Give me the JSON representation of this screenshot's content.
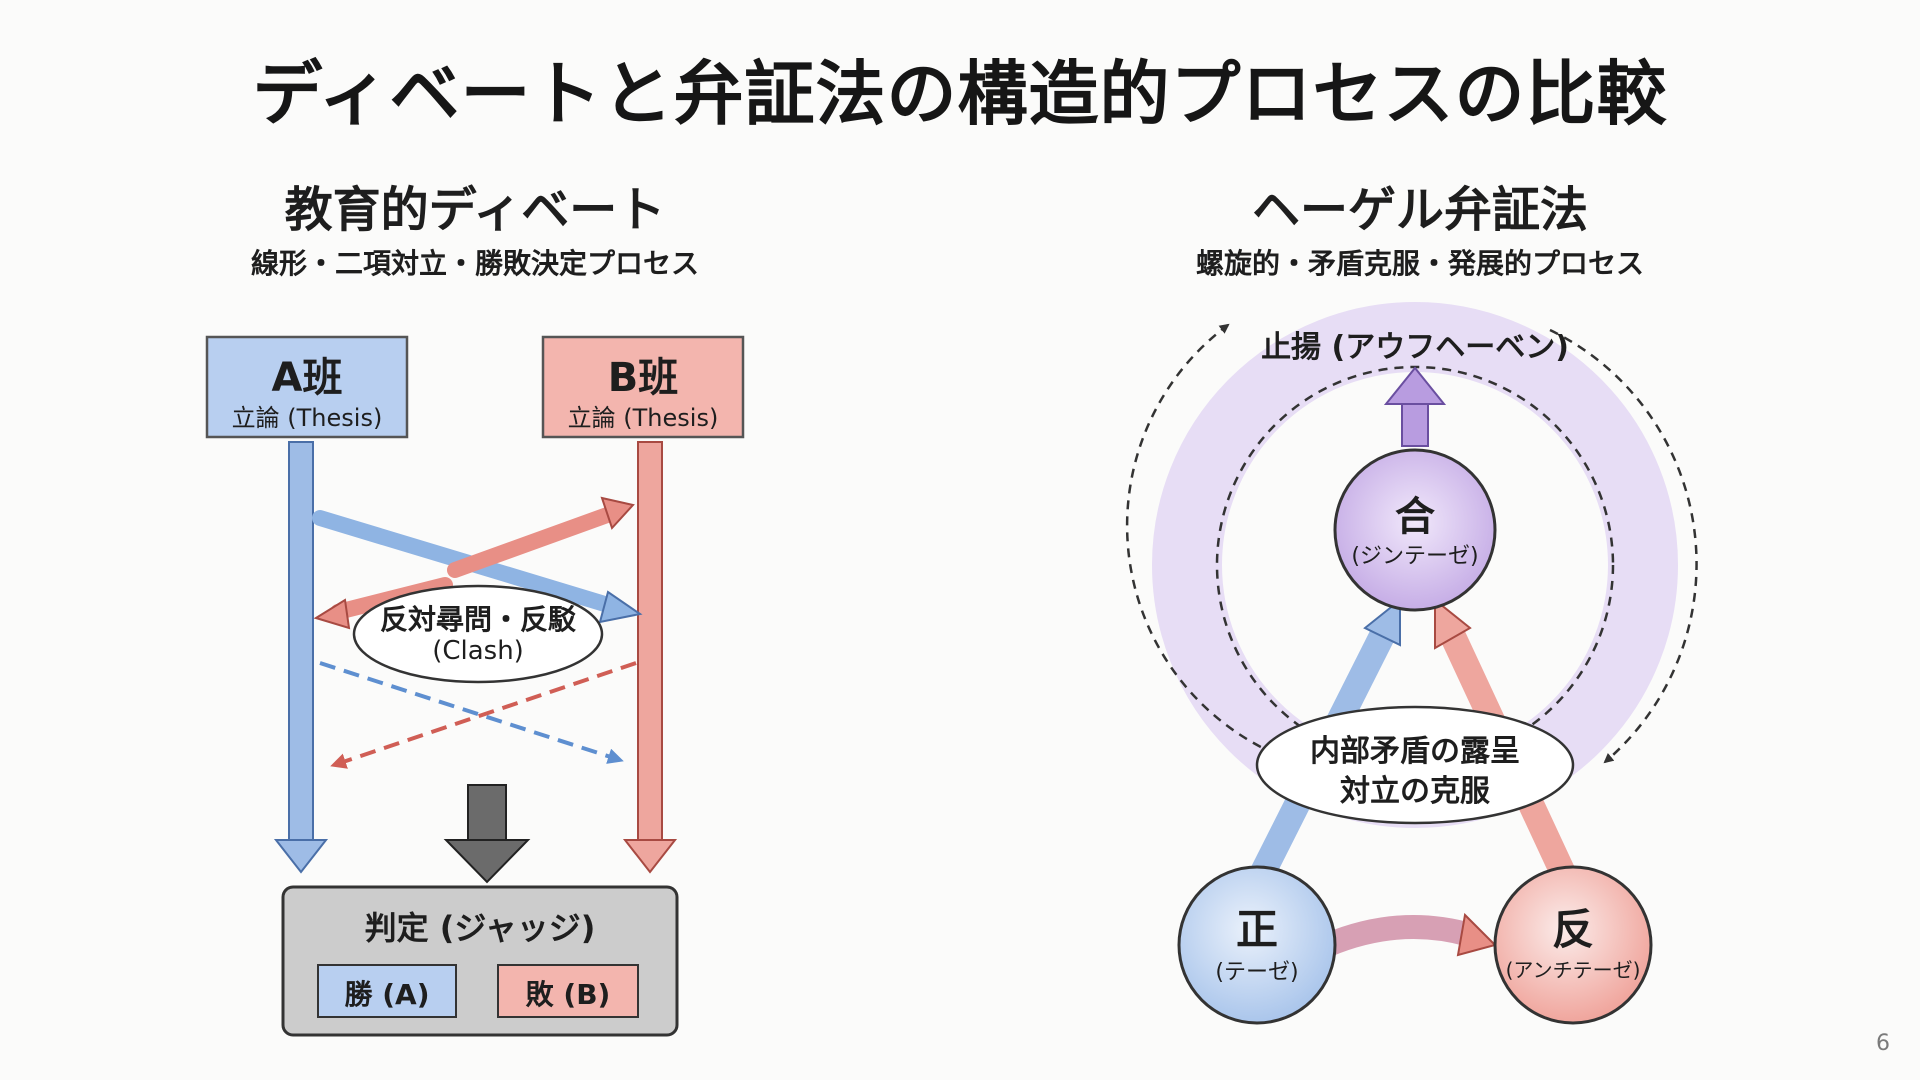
{
  "title": "ディベートと弁証法の構造的プロセスの比較",
  "left": {
    "heading": "教育的ディベート",
    "subheading": "線形・二項対立・勝敗決定プロセス",
    "team_a": {
      "name": "A班",
      "role": "立論 (Thesis)"
    },
    "team_b": {
      "name": "B班",
      "role": "立論 (Thesis)"
    },
    "clash": {
      "line1": "反対尋問・反駁",
      "line2": "(Clash)"
    },
    "judge": {
      "label": "判定 (ジャッジ)",
      "win": "勝 (A)",
      "lose": "敗 (B)"
    }
  },
  "right": {
    "heading": "ヘーゲル弁証法",
    "subheading": "螺旋的・矛盾克服・発展的プロセス",
    "aufheben": "止揚 (アウフヘーベン)",
    "synthesis": {
      "char": "合",
      "reading": "(ジンテーゼ)"
    },
    "thesis": {
      "char": "正",
      "reading": "(テーゼ)"
    },
    "antithesis": {
      "char": "反",
      "reading": "(アンチテーゼ)"
    },
    "center": {
      "line1": "内部矛盾の露呈",
      "line2": "対立の克服"
    }
  },
  "colors": {
    "blue": "#8fb4e3",
    "red": "#e88f86",
    "purple": "#c7b0e3",
    "gray": "#c4c4c4"
  },
  "page_number": "6"
}
